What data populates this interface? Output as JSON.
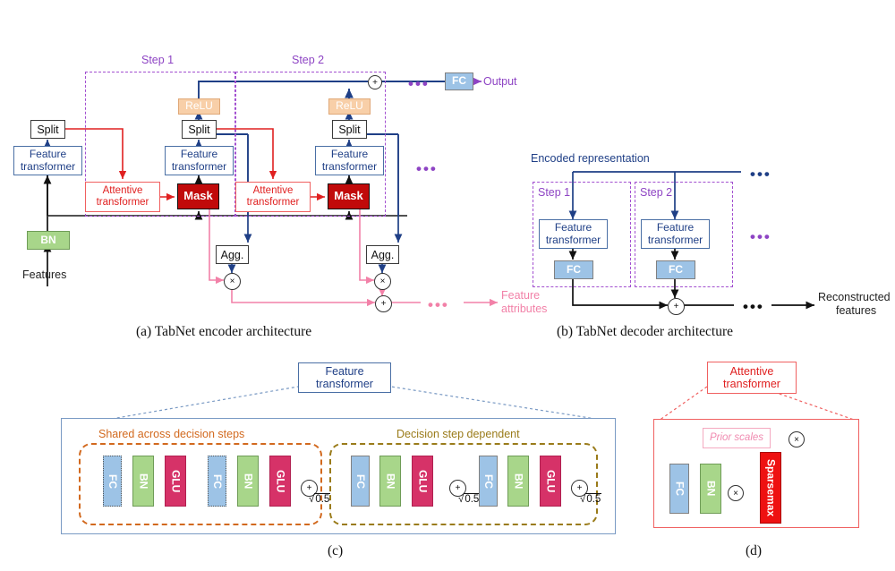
{
  "figure": {
    "title": "TabNet architecture diagram",
    "captions": {
      "a": "(a)  TabNet encoder architecture",
      "b": "(b)  TabNet decoder architecture",
      "c": "(c)",
      "d": "(d)"
    }
  },
  "colors": {
    "step_purple": "#8e44c4",
    "feature_blue": "#1f3f86",
    "mask_red": "#c10a0a",
    "bn_green": "#a8d68a",
    "relu_peach": "#f8cfa8",
    "fc_blue": "#9dc3e6",
    "glu_pink": "#d63268",
    "sparsemax_red": "#ee1111",
    "attentive_red": "#e02020",
    "pink_flow": "#f281a8",
    "shared_orange": "#d2691e",
    "dependent_olive": "#9a7b1a"
  },
  "encoder": {
    "steps": [
      {
        "label": "Step 1"
      },
      {
        "label": "Step 2"
      }
    ],
    "blocks": {
      "bn": "BN",
      "split": "Split",
      "feature_transformer": "Feature\ntransformer",
      "feature_transformer_line1": "Feature",
      "feature_transformer_line2": "transformer",
      "relu": "ReLU",
      "mask": "Mask",
      "attentive_line1": "Attentive",
      "attentive_line2": "transformer",
      "agg": "Agg.",
      "fc": "FC"
    },
    "labels": {
      "features": "Features",
      "output": "Output",
      "feature_attributes_line1": "Feature",
      "feature_attributes_line2": "attributes",
      "ellipsis": "•••"
    },
    "operators": {
      "sum": "+",
      "product": "×"
    }
  },
  "decoder": {
    "header": "Encoded representation",
    "steps": [
      {
        "label": "Step 1"
      },
      {
        "label": "Step 2"
      }
    ],
    "blocks": {
      "feature_transformer_line1": "Feature",
      "feature_transformer_line2": "transformer",
      "fc": "FC"
    },
    "labels": {
      "reconstructed_line1": "Reconstructed",
      "reconstructed_line2": "features",
      "ellipsis": "•••"
    },
    "operators": {
      "sum": "+"
    }
  },
  "feature_transformer_panel": {
    "title_line1": "Feature",
    "title_line2": "transformer",
    "groups": [
      {
        "label": "Shared across decision steps",
        "color": "#d2691e"
      },
      {
        "label": "Decision step dependent",
        "color": "#9a7b1a"
      }
    ],
    "shared_blocks": [
      "FC",
      "BN",
      "GLU",
      "FC",
      "BN",
      "GLU"
    ],
    "dependent_blocks": [
      "FC",
      "BN",
      "GLU",
      "FC",
      "BN",
      "GLU"
    ],
    "scale_label": "0.5",
    "scale_prefix": "√",
    "scale_count": 3,
    "operators": {
      "sum": "+"
    }
  },
  "attentive_transformer_panel": {
    "title_line1": "Attentive",
    "title_line2": "transformer",
    "blocks": {
      "fc": "FC",
      "bn": "BN",
      "sparsemax": "Sparsemax",
      "prior_scales": "Prior scales"
    },
    "operators": {
      "product": "×"
    }
  }
}
